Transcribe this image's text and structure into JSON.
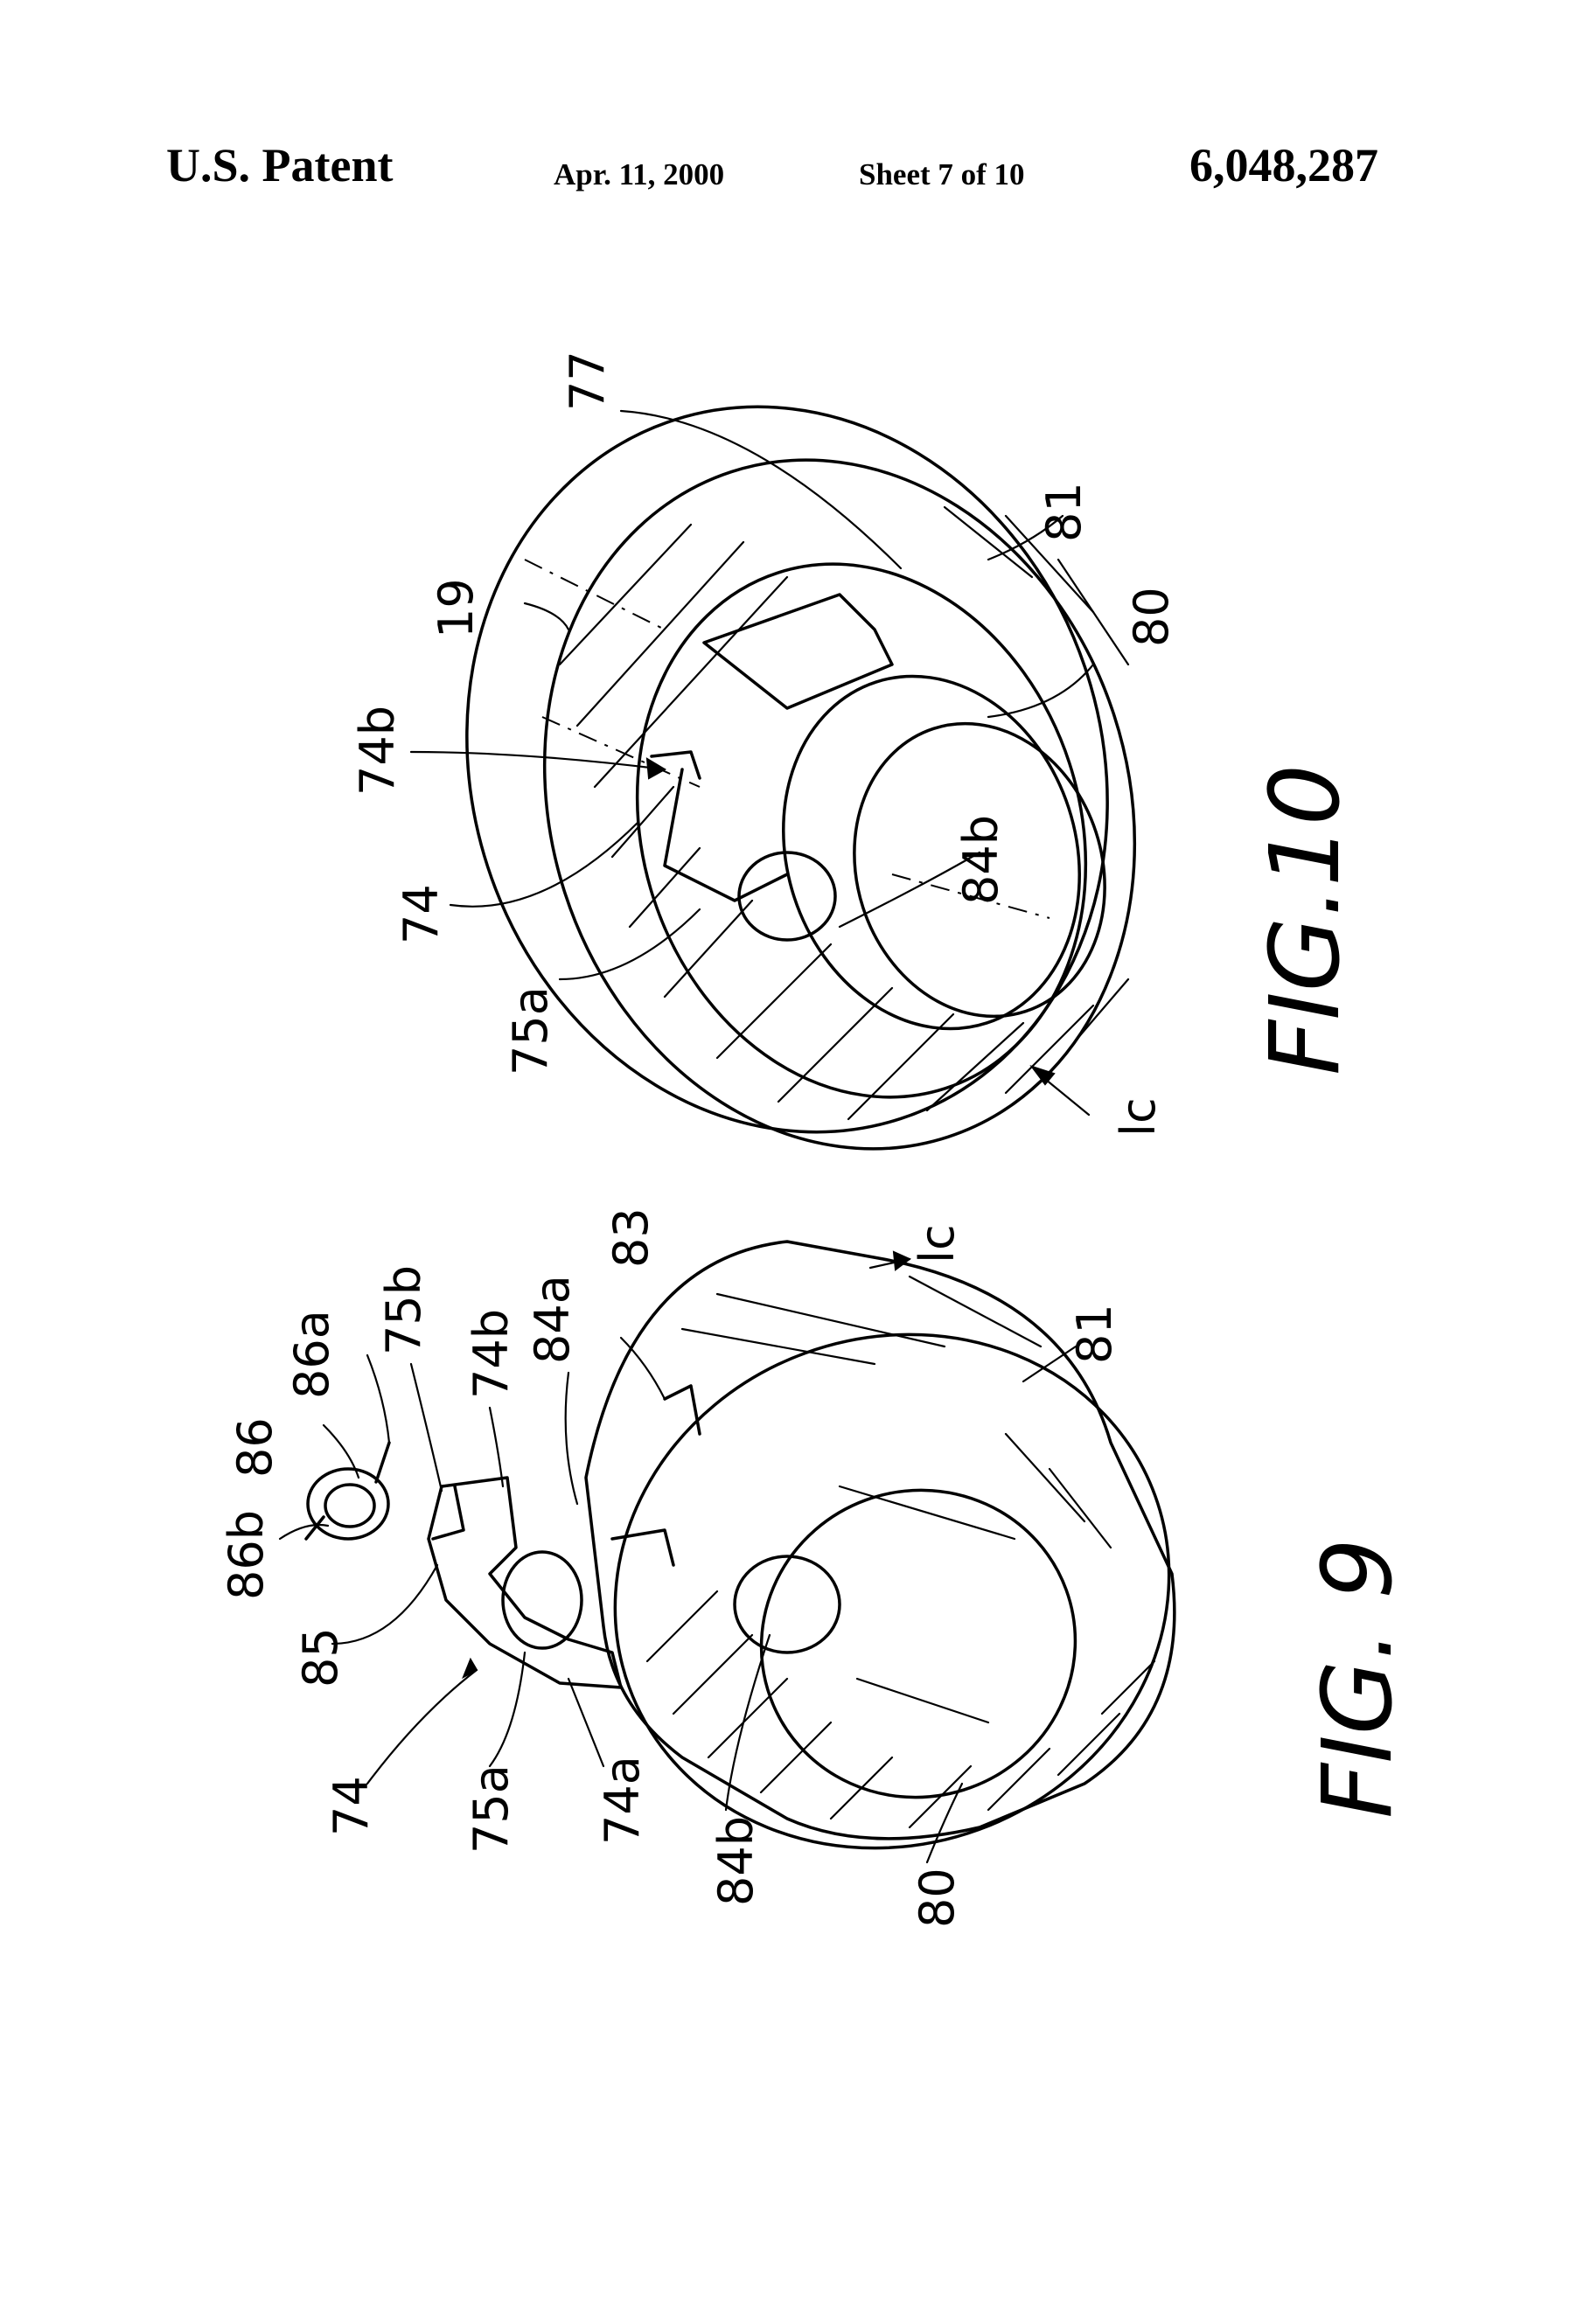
{
  "header": {
    "title": "U.S. Patent",
    "date": "Apr. 11, 2000",
    "sheet": "Sheet 7 of 10",
    "patent_number": "6,048,287"
  },
  "fig10": {
    "caption": "FIG.10",
    "labels": {
      "l77": "77",
      "l19": "19",
      "l74b": "74b",
      "l74": "74",
      "l75a": "75a",
      "l81": "81",
      "l80": "80",
      "l84b": "84b",
      "l1c": "lc"
    }
  },
  "fig9": {
    "caption": "FIG. 9",
    "labels": {
      "l86b": "86b",
      "l86": "86",
      "l86a": "86a",
      "l75b": "75b",
      "l74b": "74b",
      "l84a": "84a",
      "l83": "83",
      "l1c": "lc",
      "l85": "85",
      "l74": "74",
      "l75a": "75a",
      "l74a": "74a",
      "l84b": "84b",
      "l80": "80",
      "l81": "81"
    }
  }
}
